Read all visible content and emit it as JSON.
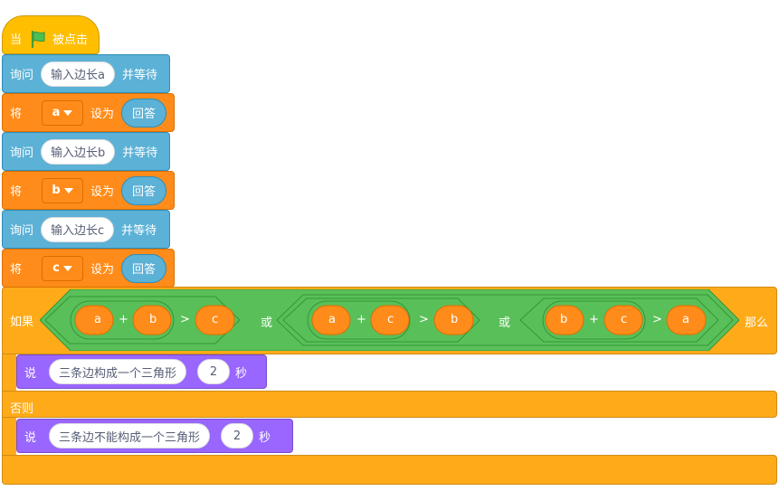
{
  "hat": {
    "prefix": "当",
    "flag_icon": "green-flag-icon",
    "suffix": "被点击"
  },
  "ask_blocks": [
    {
      "label": "询问",
      "question": "输入边长a",
      "suffix": "并等待"
    },
    {
      "label": "询问",
      "question": "输入边长b",
      "suffix": "并等待"
    },
    {
      "label": "询问",
      "question": "输入边长c",
      "suffix": "并等待"
    }
  ],
  "set_blocks": [
    {
      "label": "将",
      "variable": "a",
      "mid": "设为",
      "value": "回答"
    },
    {
      "label": "将",
      "variable": "b",
      "mid": "设为",
      "value": "回答"
    },
    {
      "label": "将",
      "variable": "c",
      "mid": "设为",
      "value": "回答"
    }
  ],
  "if_block": {
    "if_label": "如果",
    "or_label": "或",
    "then_label": "那么",
    "else_label": "否则",
    "conditions": [
      {
        "left": "a",
        "plus": "+",
        "right": "b",
        "gt": ">",
        "compare": "c"
      },
      {
        "left": "a",
        "plus": "+",
        "right": "c",
        "gt": ">",
        "compare": "b"
      },
      {
        "left": "b",
        "plus": "+",
        "right": "c",
        "gt": ">",
        "compare": "a"
      }
    ]
  },
  "say_blocks": [
    {
      "label": "说",
      "message": "三条边构成一个三角形",
      "seconds": "2",
      "unit": "秒"
    },
    {
      "label": "说",
      "message": "三条边不能构成一个三角形",
      "seconds": "2",
      "unit": "秒"
    }
  ],
  "colors": {
    "events": "#ffbf00",
    "sensing": "#5cb1d6",
    "variables": "#ff8c1a",
    "control": "#ffab19",
    "operators": "#59c059",
    "looks": "#9966ff"
  }
}
